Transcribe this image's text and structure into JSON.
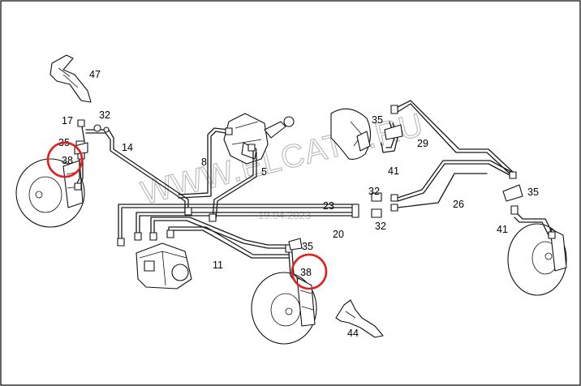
{
  "watermark": {
    "text": "WWW.ELCATS.RU",
    "date": "19.04.2023"
  },
  "highlight_color": "#e02020",
  "part_labels": {
    "p47": "47",
    "p17": "17",
    "p32a": "32",
    "p35a": "35",
    "p38a": "38",
    "p14": "14",
    "p8": "8",
    "p5": "5",
    "p35b": "35",
    "p29": "29",
    "p41a": "41",
    "p32b": "32",
    "p32c": "32",
    "p23": "23",
    "p26": "26",
    "p35c": "35",
    "p41b": "41",
    "p20": "20",
    "p35d": "35",
    "p38b": "38",
    "p11": "11",
    "p44": "44"
  }
}
